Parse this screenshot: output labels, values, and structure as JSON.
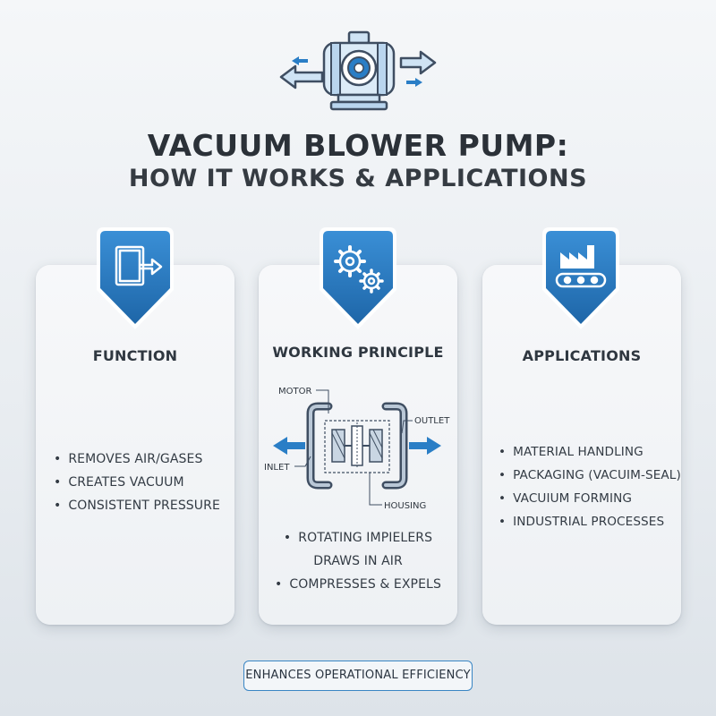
{
  "header": {
    "title_line1": "VACUUM BLOWER PUMP:",
    "title_line2": "HOW IT WORKS & APPLICATIONS",
    "icon": "blower-pump-icon"
  },
  "cards": [
    {
      "title": "FUNCTION",
      "icon": "exit-door-arrow-icon",
      "bullets": [
        "REMOVES AIR/GASES",
        "CREATES VACUUM",
        "CONSISTENT PRESSURE"
      ]
    },
    {
      "title": "WORKING PRINCIPLE",
      "icon": "gears-icon",
      "diagram_labels": {
        "motor": "MOTOR",
        "outlet": "OUTLET",
        "inlet": "INLET",
        "housing": "HOUSING"
      },
      "bullets": [
        "ROTATING IMPIELERS",
        "DRAWS IN AIR",
        "COMPRESSES & EXPELS"
      ]
    },
    {
      "title": "APPLICATIONS",
      "icon": "factory-conveyor-icon",
      "bullets": [
        "MATERIAL HANDLING",
        "PACKAGING (VACUIM-SEAL)",
        "VACUIUM FORMING",
        "INDUSTRIAL PROCESSES"
      ]
    }
  ],
  "footer": {
    "text": "ENHANCES OPERATIONAL EFFICIENCY"
  },
  "colors": {
    "accent": "#2a7ec6",
    "accent_dark": "#1f5f9a",
    "outline": "#3f4e62",
    "text": "#2f3740"
  }
}
